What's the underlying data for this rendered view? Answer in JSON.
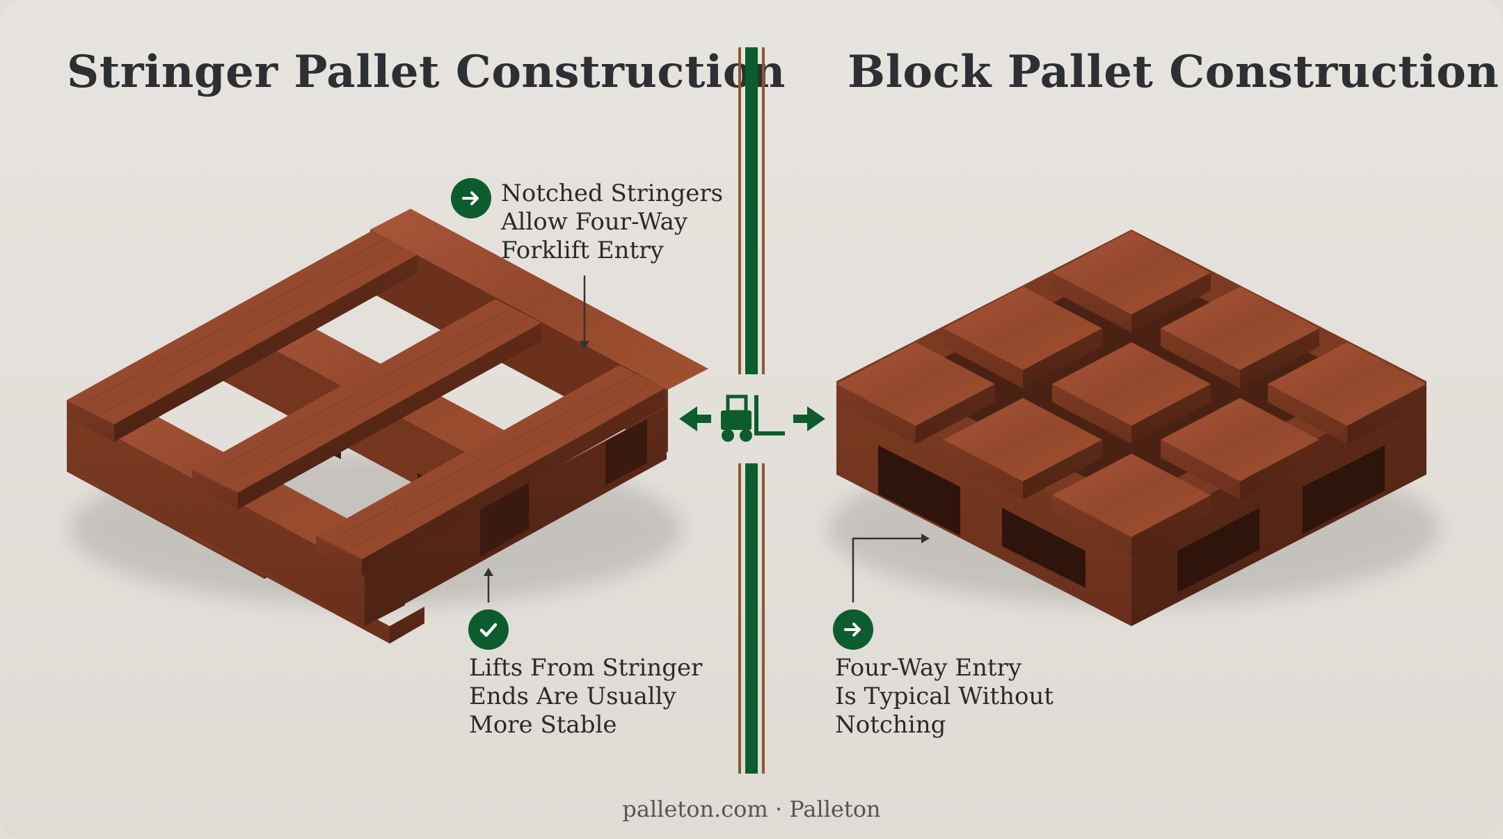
{
  "left": {
    "title": "Stringer Pallet Construction",
    "callout_top": "Notched Stringers\nAllow Four-Way\nForklift Entry",
    "callout_bottom": "Lifts From Stringer\nEnds Are Usually\nMore Stable"
  },
  "right": {
    "title": "Block Pallet Construction",
    "callout_bottom": "Four-Way Entry\nIs Typical Without\nNotching"
  },
  "icons": {
    "top_left_badge": "arrow-right-icon",
    "bottom_left_badge": "checkmark-icon",
    "bottom_right_badge": "arrow-right-icon",
    "center": "forklift-icon"
  },
  "footer": "palleton.com · Palleton",
  "colors": {
    "accent_green": "#0d5c2d",
    "divider_brown": "#8a5a2c",
    "wood": "#8a4126",
    "background": "#e2ded8"
  }
}
